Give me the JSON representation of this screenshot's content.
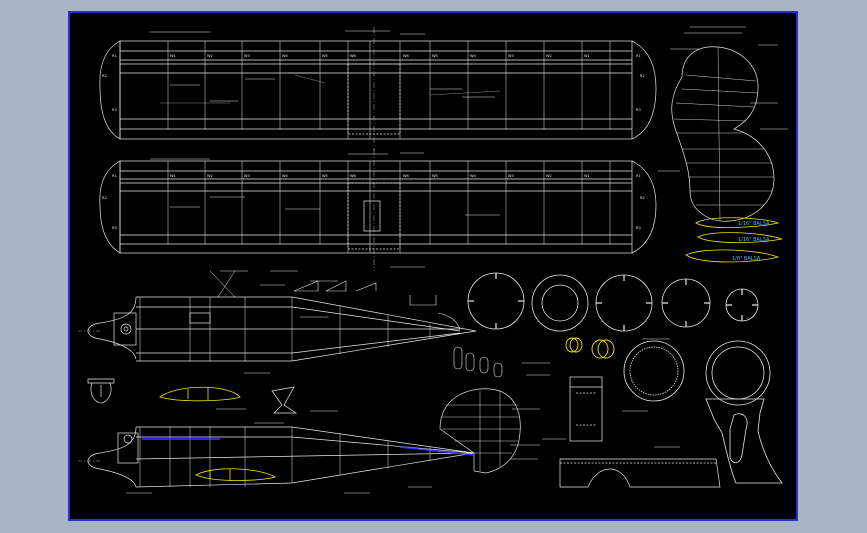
{
  "window": {
    "title": ""
  },
  "colors": {
    "background": "#a9b5c6",
    "sheet": "#000000",
    "frame": "#2a2fd0",
    "line": "#e8e8e8",
    "highlight": "#f2e600",
    "accent": "#3a3cff",
    "label_blue": "#4db3ff"
  },
  "tags": {
    "airfoil_tip": "1/16\" BALSA",
    "airfoil_mid": "1/16\" BALSA",
    "airfoil_root": "1/8\" BALSA"
  }
}
